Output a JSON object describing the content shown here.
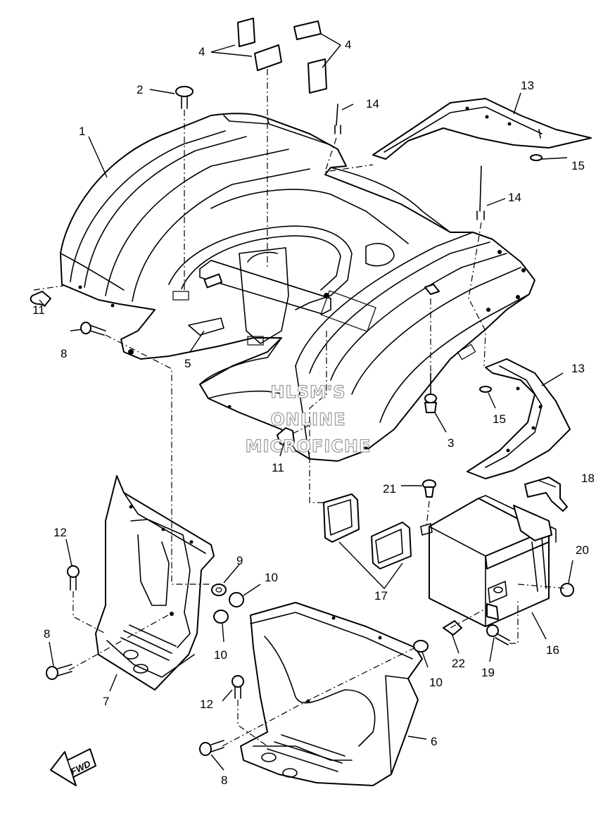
{
  "diagram": {
    "callouts": [
      "1",
      "2",
      "3",
      "4",
      "4",
      "5",
      "6",
      "7",
      "8",
      "8",
      "8",
      "9",
      "10",
      "10",
      "10",
      "11",
      "11",
      "12",
      "12",
      "13",
      "13",
      "14",
      "14",
      "15",
      "15",
      "16",
      "17",
      "18",
      "19",
      "20",
      "21",
      "22"
    ],
    "watermark": [
      "HLSM'S",
      "ONLINE",
      "MICROFICHE"
    ],
    "direction_label": "FWD"
  }
}
